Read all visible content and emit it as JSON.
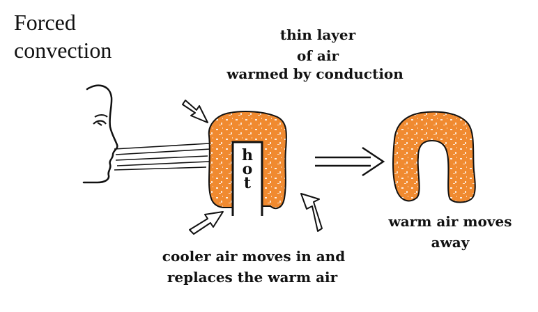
{
  "title": {
    "line1": "Forced",
    "line2": "convection"
  },
  "labels": {
    "thin_layer": [
      "thin layer",
      "of air",
      "warmed by conduction"
    ],
    "hot": [
      "h",
      "o",
      "t"
    ],
    "warm_moves": [
      "warm air moves",
      "away"
    ],
    "cooler_air": [
      "cooler air moves in and",
      "replaces the warm air"
    ]
  },
  "colors": {
    "warm_air": "#f08a30",
    "ink": "#111111",
    "background": "#ffffff"
  },
  "icons": [
    "face-profile-icon",
    "breath-lines-icon",
    "hollow-arrow-icon",
    "double-arrow-icon"
  ]
}
